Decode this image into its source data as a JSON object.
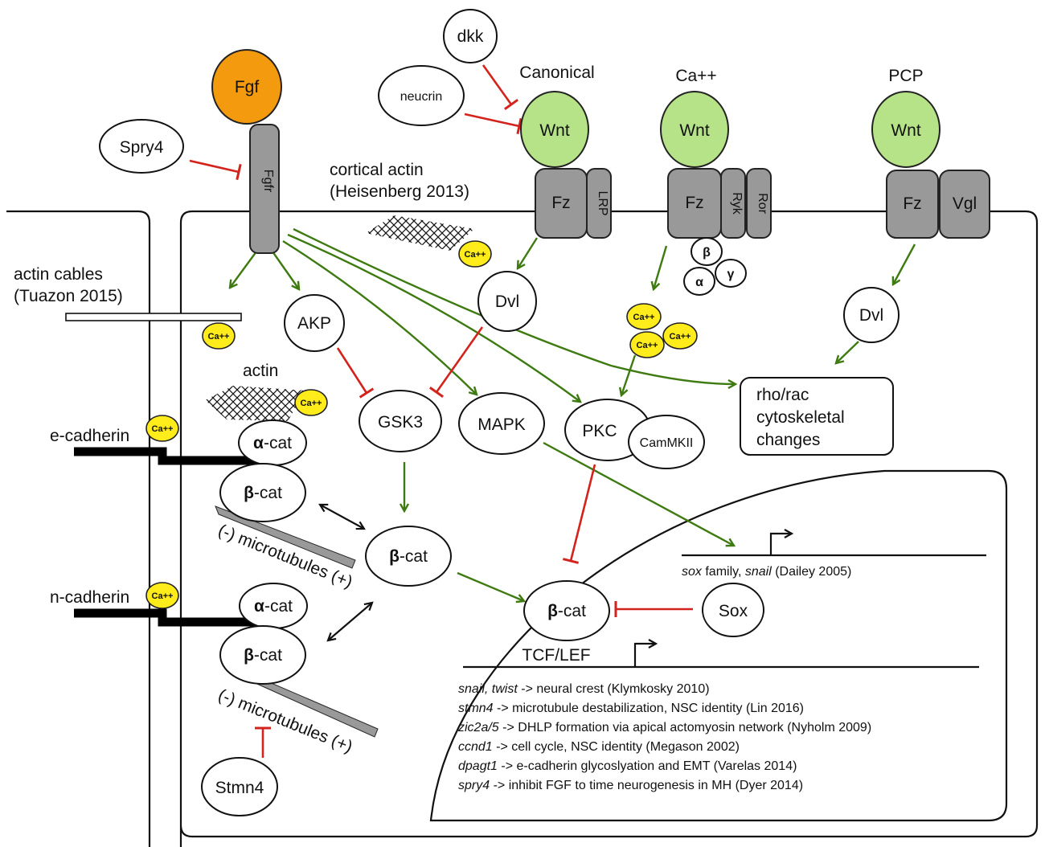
{
  "ligands": {
    "fgf": "Fgf",
    "dkk": "dkk",
    "neucrin": "neucrin",
    "spry4": "Spry4",
    "wnt": "Wnt"
  },
  "pathways": {
    "canonical": "Canonical",
    "calcium": "Ca++",
    "pcp": "PCP"
  },
  "receptors": {
    "fgfr": "Fgfr",
    "fz": "Fz",
    "lrp": "LRP",
    "ryk": "Ryk",
    "ror": "Ror",
    "vgl": "Vgl"
  },
  "gprotein": {
    "beta": "β",
    "alpha": "α",
    "gamma": "γ"
  },
  "labels": {
    "cortical_actin_1": "cortical actin",
    "cortical_actin_2": "(Heisenberg 2013)",
    "actin_cables_1": "actin cables",
    "actin_cables_2": "(Tuazon 2015)",
    "actin": "actin",
    "e_cadherin": "e-cadherin",
    "n_cadherin": "n-cadherin",
    "alpha_cat_prefix": "α",
    "beta_cat_prefix": "β",
    "cat_suffix": "-cat",
    "microtubules": "(-) microtubules (+)",
    "calcium_ion": "Ca++"
  },
  "signaling": {
    "dvl": "Dvl",
    "akp": "AKP",
    "gsk3": "GSK3",
    "mapk": "MAPK",
    "pkc": "PKC",
    "camk": "CamMKII",
    "sox": "Sox",
    "stmn4": "Stmn4",
    "tcf_lef": "TCF/LEF"
  },
  "rho_box": [
    "rho/rac",
    "cytoskeletal",
    "changes"
  ],
  "sox_gene": {
    "gene1": "sox",
    "rest1": " family, ",
    "gene2": "snail",
    "rest2": " (Dailey 2005)"
  },
  "targets": [
    {
      "gene": "snail, twist",
      "text": " -> neural crest (Klymkosky 2010)"
    },
    {
      "gene": "stmn4",
      "text": " -> microtubule destabilization, NSC identity (Lin 2016)"
    },
    {
      "gene": "zic2a/5",
      "text": " -> DHLP formation via apical actomyosin network (Nyholm 2009)"
    },
    {
      "gene": "ccnd1",
      "text": " -> cell cycle, NSC identity (Megason 2002)"
    },
    {
      "gene": "dpagt1",
      "text": " -> e-cadherin glycoslyation and EMT (Varelas 2014)"
    },
    {
      "gene": "spry4",
      "text": " -> inhibit FGF to time neurogenesis in MH (Dyer 2014)"
    }
  ],
  "colors": {
    "activation": "#3d7a10",
    "inhibition": "#d3231c",
    "wnt": "#b6e387",
    "fgf": "#f39a0f",
    "calcium": "#ffec1a",
    "receptor": "#999999"
  }
}
